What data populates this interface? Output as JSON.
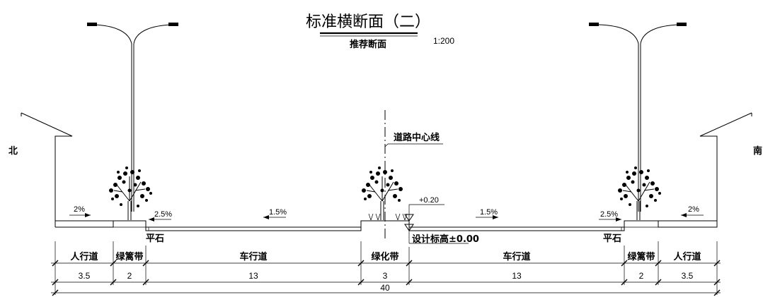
{
  "title": "标准横断面（二）",
  "subtitle": "推荐断面",
  "scale": "1:200",
  "north_label": "北",
  "south_label": "南",
  "centerline_label": "道路中心线",
  "elevation_top": "+0.20",
  "elevation_design": "设计标高±0.00",
  "curb_left": "平石",
  "curb_right": "平石",
  "slopes": {
    "sidewalk_left": "2%",
    "curb_left": "2.5%",
    "carriageway_left": "1.5%",
    "carriageway_right": "1.5%",
    "curb_right": "2.5%",
    "sidewalk_right": "2%"
  },
  "sections": [
    {
      "label": "人行道",
      "width": "3.5"
    },
    {
      "label": "绿篱带",
      "width": "2"
    },
    {
      "label": "车行道",
      "width": "13"
    },
    {
      "label": "绿化带",
      "width": "3"
    },
    {
      "label": "车行道",
      "width": "13"
    },
    {
      "label": "绿篱带",
      "width": "2"
    },
    {
      "label": "人行道",
      "width": "3.5"
    }
  ],
  "total_width": "40"
}
